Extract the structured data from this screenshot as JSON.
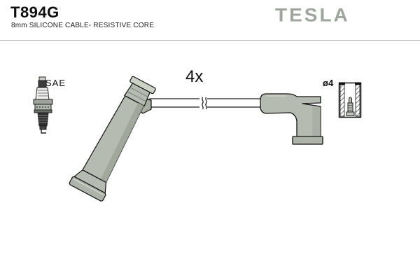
{
  "header": {
    "product_code": "T894G",
    "subtitle": "8mm SILICONE CABLE- RESISTIVE CORE",
    "brand_logo": "TESLA"
  },
  "diagram": {
    "spark_plug_label": "SAE",
    "quantity_label": "4x",
    "diameter_label": "ø4",
    "illustrations": [
      "spark-plug",
      "angled-spark-plug-boot",
      "ignition-cable-with-break-marks",
      "coil-end-boot",
      "socket-cross-section"
    ]
  },
  "colors": {
    "background": "#ffffff",
    "brand_gray": "#9ea59c",
    "boot_fill": "#b6bbb1",
    "boot_shadow": "#a2a79b",
    "boot_highlight": "#cdd2c7",
    "outline": "#141414",
    "separator": "#b0b0b0"
  }
}
